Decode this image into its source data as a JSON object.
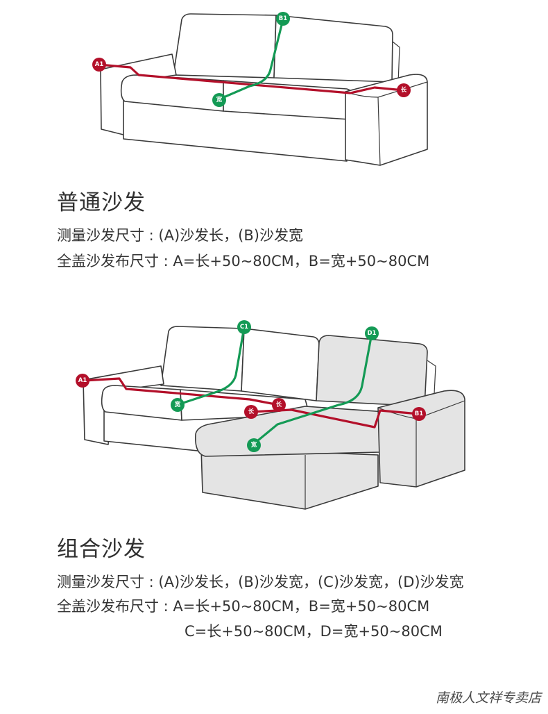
{
  "section1": {
    "markers": {
      "a1": "A1",
      "b1": "B1",
      "length": "长",
      "width": "宽"
    },
    "title": "普通沙发",
    "line1": "测量沙发尺寸 : (A)沙发长，(B)沙发宽",
    "line2": "全盖沙发布尺寸 : A=长+50~80CM，B=宽+50~80CM"
  },
  "section2": {
    "markers": {
      "a1": "A1",
      "b1": "B1",
      "c1": "C1",
      "d1": "D1",
      "length": "长",
      "width": "宽"
    },
    "title": "组合沙发",
    "line1": "测量沙发尺寸 : (A)沙发长，(B)沙发宽，(C)沙发宽，(D)沙发宽",
    "line2": "全盖沙发布尺寸 : A=长+50~80CM，B=宽+50~80CM",
    "line3": "C=长+50~80CM，D=宽+50~80CM"
  },
  "watermark": "南极人文祥专卖店",
  "colors": {
    "red_marker": "#b3102a",
    "green_marker": "#149a55",
    "chaise_fill": "#e4e4e4"
  }
}
